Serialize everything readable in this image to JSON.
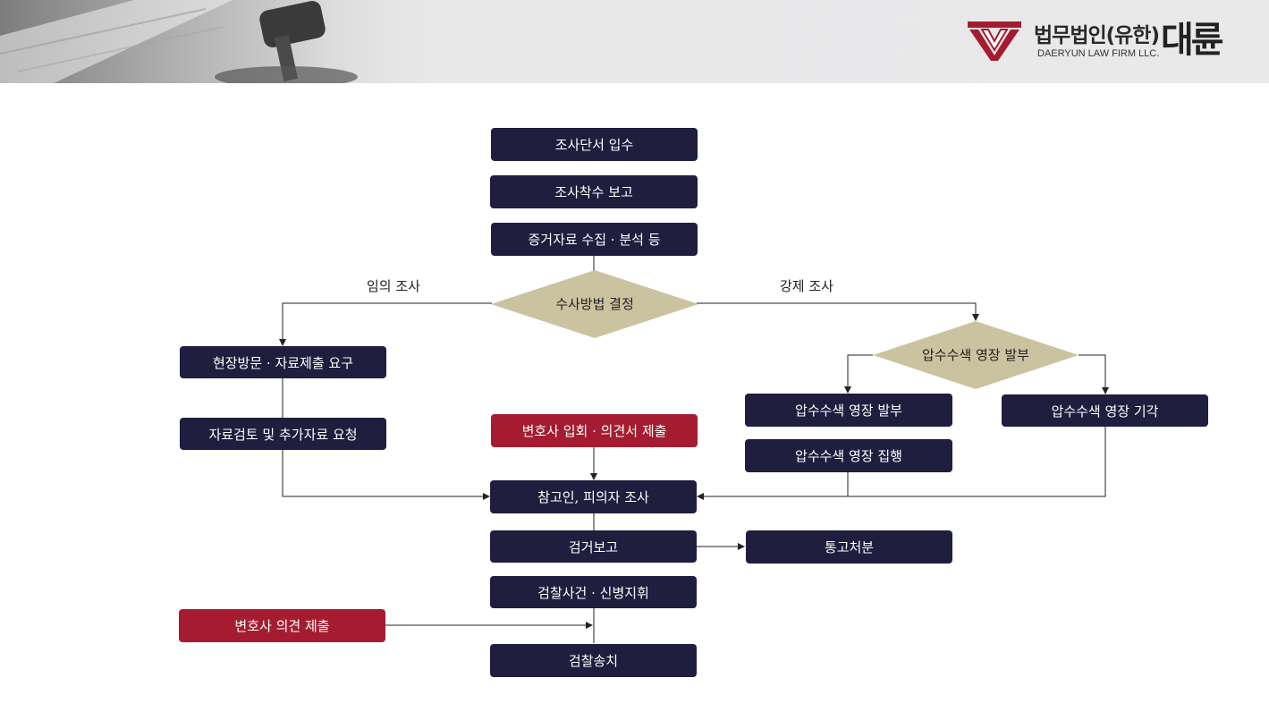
{
  "brand": {
    "name_prefix": "법무법인(유한)",
    "name_main": "대륜",
    "subtitle": "DAERYUN LAW FIRM LLC."
  },
  "flow": {
    "start": "조사단서 입수",
    "report_start": "조사착수 보고",
    "evidence": "증거자료 수집 · 분석 등",
    "decision": "수사방법 결정",
    "voluntary_label": "임의 조사",
    "compulsory_label": "강제 조사",
    "site_visit": "현장방문  ·  자료제출 요구",
    "review": "자료검토 및 추가자료 요청",
    "warrant_decision": "압수수색 영장 발부",
    "warrant_issued": "압수수색 영장 발부",
    "warrant_rejected": "압수수색 영장 기각",
    "warrant_exec": "압수수색 영장 집행",
    "lawyer_attend": "변호사 입회 · 의견서 제출",
    "interrogation": "참고인, 피의자 조사",
    "accusation_report": "검거보고",
    "notice": "통고처분",
    "prosecution": "검찰사건  ·  신병지휘",
    "lawyer_opinion": "변호사 의견 제출",
    "transfer": "검찰송치"
  },
  "colors": {
    "navy": "#1f1e3f",
    "red": "#a51c30",
    "diamond": "#cbc29f",
    "line": "#222222"
  }
}
